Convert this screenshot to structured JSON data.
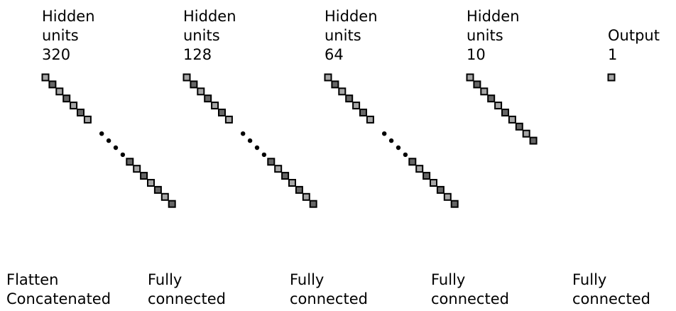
{
  "layers": [
    {
      "header": [
        "Hidden",
        "units",
        "320"
      ],
      "footer": [
        "Flatten",
        "Concatenated"
      ],
      "ellipsis": true,
      "units_shown": 14
    },
    {
      "header": [
        "Hidden",
        "units",
        "128"
      ],
      "footer": [
        "Fully",
        "connected"
      ],
      "ellipsis": true,
      "units_shown": 14
    },
    {
      "header": [
        "Hidden",
        "units",
        "64"
      ],
      "footer": [
        "Fully",
        "connected"
      ],
      "ellipsis": true,
      "units_shown": 14
    },
    {
      "header": [
        "Hidden",
        "units",
        "10"
      ],
      "footer": [
        "Fully",
        "connected"
      ],
      "ellipsis": false,
      "units_shown": 10
    },
    {
      "header": [
        "Output",
        "1"
      ],
      "footer": [
        "Fully",
        "connected"
      ],
      "ellipsis": false,
      "units_shown": 1
    }
  ],
  "colors": {
    "unit_fill_light": "#a6a6a6",
    "unit_fill_dark": "#666666",
    "unit_stroke": "#000000",
    "text": "#000000"
  }
}
